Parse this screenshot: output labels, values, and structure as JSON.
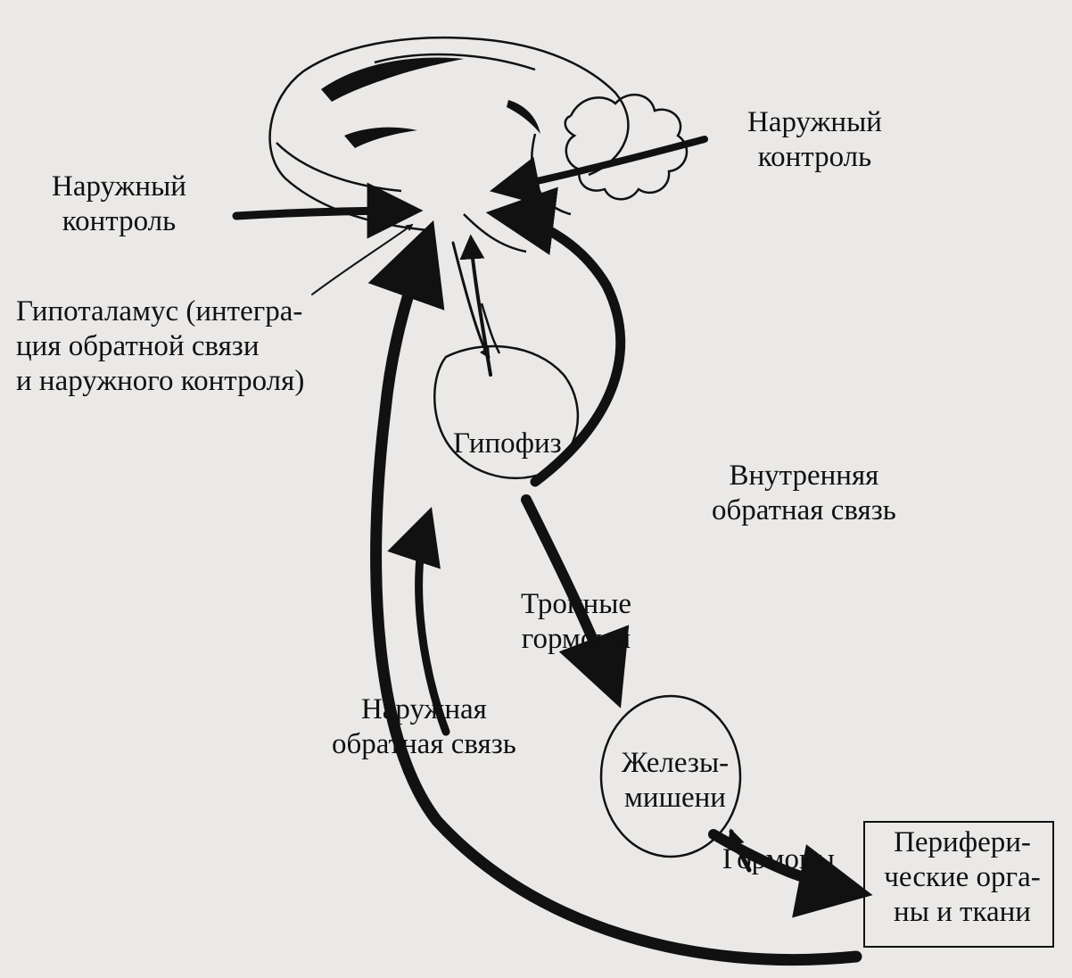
{
  "labels": {
    "external_control_left": "Наружный\nконтроль",
    "external_control_right": "Наружный\nконтроль",
    "hypothalamus": "Гипоталамус (интегра-\nция обратной связи\nи наружного контроля)",
    "hypophysis": "Гипофиз",
    "internal_feedback": "Внутренняя\nобратная связь",
    "tropic_hormones": "Тропные\nгормоны",
    "external_feedback": "Наружная\nобратная связь",
    "target_glands": "Железы-\nмишени",
    "hormones": "Гормоны",
    "peripheral_organs": "Перифери-\nческие орга-\nны и ткани"
  },
  "colors": {
    "ink": "#111111",
    "paper": "#eae9e8"
  }
}
